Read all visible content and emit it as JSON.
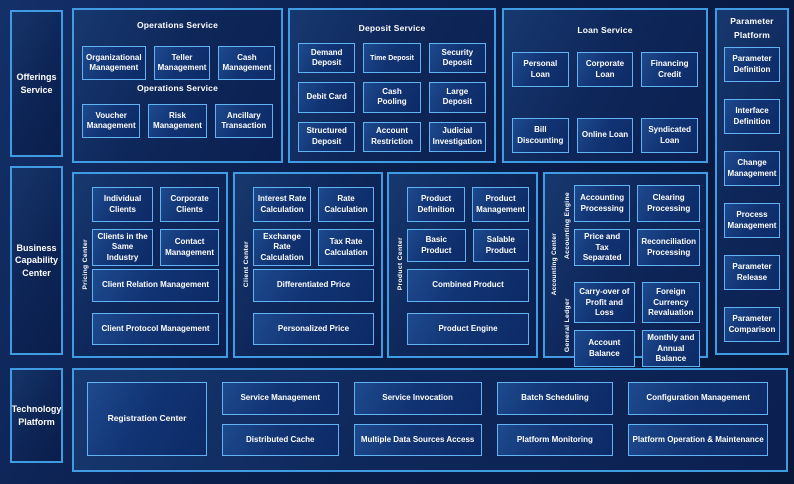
{
  "left_rail": {
    "offerings": "Offerings Service",
    "business": "Business Capability Center",
    "technology": "Technology Platform"
  },
  "operations": {
    "title": "Operations Service",
    "mid_label": "Operations Service",
    "row1": [
      "Organizational Management",
      "Teller Management",
      "Cash Management"
    ],
    "row2": [
      "Voucher Management",
      "Risk Management",
      "Ancillary Transaction"
    ]
  },
  "deposit": {
    "title": "Deposit Service",
    "items": [
      "Demand Deposit",
      "Time Deposit",
      "Security Deposit",
      "Debit Card",
      "Cash Pooling",
      "Large Deposit",
      "Structured Deposit",
      "Account Restriction",
      "Judicial Investigation"
    ]
  },
  "loan": {
    "title": "Loan Service",
    "row1": [
      "Personal Loan",
      "Corporate Loan",
      "Financing Credit"
    ],
    "row2": [
      "Bill Discounting",
      "Online Loan",
      "Syndicated Loan"
    ]
  },
  "parameter": {
    "title_line1": "Parameter",
    "title_line2": "Platform",
    "items": [
      "Parameter Definition",
      "Interface Definition",
      "Change Management",
      "Process Management",
      "Parameter Release",
      "Parameter Comparison"
    ]
  },
  "pricing": {
    "label": "Pricing Center",
    "grid": [
      "Individual Clients",
      "Corporate Clients",
      "Clients in the Same Industry",
      "Contact Management"
    ],
    "wide": [
      "Client Relation Management",
      "Client Protocol Management"
    ]
  },
  "client": {
    "label": "Client Center",
    "grid": [
      "Interest Rate Calculation",
      "Rate Calculation",
      "Exchange Rate Calculation",
      "Tax Rate Calculation"
    ],
    "wide": [
      "Differentiated Price",
      "Personalized Price"
    ]
  },
  "product": {
    "label": "Product Center",
    "grid": [
      "Product Definition",
      "Product Management",
      "Basic Product",
      "Salable Product"
    ],
    "wide": [
      "Combined Product",
      "Product Engine"
    ]
  },
  "accounting": {
    "label": "Accounting Center",
    "group1": {
      "label": "Accounting Engine",
      "items": [
        "Accounting Processing",
        "Clearing Processing",
        "Price and Tax Separated",
        "Reconciliation Processing"
      ]
    },
    "group2": {
      "label": "General Ledger",
      "items": [
        "Carry-over of Profit and Loss",
        "Foreign Currency Revaluation",
        "Account Balance",
        "Monthly and Annual Balance"
      ]
    }
  },
  "technology": {
    "registration": "Registration Center",
    "col1": [
      "Service Management",
      "Distributed Cache"
    ],
    "col2": [
      "Service Invocation",
      "Multiple Data Sources Access"
    ],
    "col3": [
      "Batch Scheduling",
      "Platform Monitoring"
    ],
    "col4": [
      "Configuration Management",
      "Platform Operation & Maintenance"
    ]
  },
  "colors": {
    "background": "#0b204f",
    "panel_border": "#3f9be2",
    "box_border": "#62b3f4",
    "text": "#ffffff"
  }
}
